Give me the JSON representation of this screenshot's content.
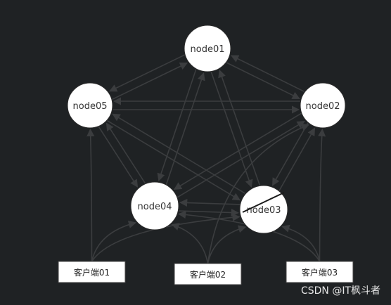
{
  "colors": {
    "background": "#1f2224",
    "edge": "#3b3d3f",
    "node_fill": "#ffffff",
    "node_text": "#333333",
    "client_fill": "#ffffff",
    "client_border": "#444444"
  },
  "nodes": [
    {
      "id": "node01",
      "label": "node01"
    },
    {
      "id": "node02",
      "label": "node02"
    },
    {
      "id": "node03",
      "label": "node03",
      "crossed_out": true
    },
    {
      "id": "node04",
      "label": "node04"
    },
    {
      "id": "node05",
      "label": "node05"
    }
  ],
  "clients": [
    {
      "id": "client01",
      "label": "客户端01"
    },
    {
      "id": "client02",
      "label": "客户端02"
    },
    {
      "id": "client03",
      "label": "客户端03"
    }
  ],
  "edges": [
    {
      "from": "node01",
      "to": "node02",
      "directed": true
    },
    {
      "from": "node02",
      "to": "node01",
      "directed": true
    },
    {
      "from": "node01",
      "to": "node05",
      "directed": true
    },
    {
      "from": "node05",
      "to": "node01",
      "directed": true
    },
    {
      "from": "node01",
      "to": "node04",
      "directed": true
    },
    {
      "from": "node04",
      "to": "node01",
      "directed": true
    },
    {
      "from": "node01",
      "to": "node03",
      "directed": true
    },
    {
      "from": "node03",
      "to": "node01",
      "directed": true
    },
    {
      "from": "node02",
      "to": "node05",
      "directed": true
    },
    {
      "from": "node05",
      "to": "node02",
      "directed": true
    },
    {
      "from": "node02",
      "to": "node04",
      "directed": true
    },
    {
      "from": "node04",
      "to": "node02",
      "directed": true
    },
    {
      "from": "node02",
      "to": "node03",
      "directed": true
    },
    {
      "from": "node03",
      "to": "node02",
      "directed": true
    },
    {
      "from": "node05",
      "to": "node04",
      "directed": true
    },
    {
      "from": "node04",
      "to": "node05",
      "directed": true
    },
    {
      "from": "node05",
      "to": "node03",
      "directed": true
    },
    {
      "from": "node03",
      "to": "node05",
      "directed": true
    },
    {
      "from": "node04",
      "to": "node03",
      "directed": true
    },
    {
      "from": "node03",
      "to": "node04",
      "directed": true
    },
    {
      "from": "client01",
      "to": "node05",
      "directed": true
    },
    {
      "from": "client01",
      "to": "node04",
      "directed": true
    },
    {
      "from": "client01",
      "to": "node03",
      "directed": true
    },
    {
      "from": "client02",
      "to": "node04",
      "directed": true
    },
    {
      "from": "client02",
      "to": "node03",
      "directed": true
    },
    {
      "from": "client02",
      "to": "node02",
      "directed": true
    },
    {
      "from": "client03",
      "to": "node03",
      "directed": true
    },
    {
      "from": "client03",
      "to": "node02",
      "directed": true
    },
    {
      "from": "client03",
      "to": "node04",
      "directed": true
    }
  ],
  "watermark": "CSDN @IT枫斗者"
}
